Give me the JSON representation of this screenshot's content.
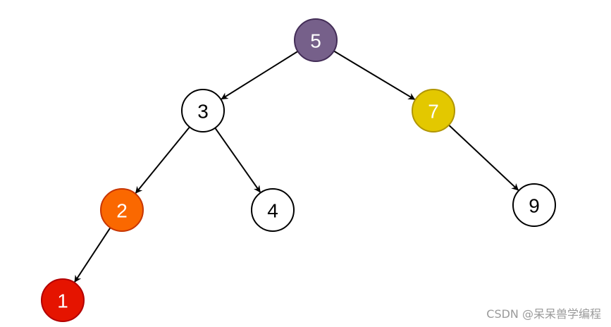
{
  "diagram": {
    "type": "binary-tree",
    "nodes": [
      {
        "id": "n5",
        "label": "5",
        "fill": "#76608a",
        "stroke": "#432d57",
        "text_color": "#ffffff"
      },
      {
        "id": "n3",
        "label": "3",
        "fill": "#ffffff",
        "stroke": "#000000",
        "text_color": "#000000"
      },
      {
        "id": "n7",
        "label": "7",
        "fill": "#e3c800",
        "stroke": "#b09500",
        "text_color": "#ffffff"
      },
      {
        "id": "n2",
        "label": "2",
        "fill": "#fa6800",
        "stroke": "#c73500",
        "text_color": "#ffffff"
      },
      {
        "id": "n4",
        "label": "4",
        "fill": "#ffffff",
        "stroke": "#000000",
        "text_color": "#000000"
      },
      {
        "id": "n9",
        "label": "9",
        "fill": "#ffffff",
        "stroke": "#000000",
        "text_color": "#000000"
      },
      {
        "id": "n1",
        "label": "1",
        "fill": "#e51400",
        "stroke": "#b20000",
        "text_color": "#ffffff"
      }
    ],
    "edges": [
      {
        "from": "n5",
        "to": "n3"
      },
      {
        "from": "n5",
        "to": "n7"
      },
      {
        "from": "n3",
        "to": "n2"
      },
      {
        "from": "n3",
        "to": "n4"
      },
      {
        "from": "n7",
        "to": "n9"
      },
      {
        "from": "n2",
        "to": "n1"
      }
    ],
    "edge_color": "#000000"
  },
  "watermark": {
    "text": "CSDN @呆呆兽学编程"
  }
}
